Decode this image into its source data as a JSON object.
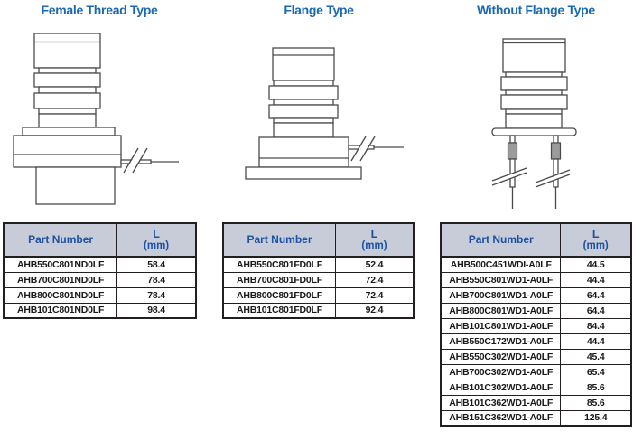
{
  "colors": {
    "title_blue": "#1a69b2",
    "table_header_text": "#1d52a2",
    "table_header_bg": "#c7ccd8",
    "table_border": "#231f20",
    "drawing_line": "#4a4a4a",
    "sleeve_gray": "#9b9b9b"
  },
  "sections": [
    {
      "title": "Female Thread Type",
      "table": {
        "col_part": "Part Number",
        "col_length_line1": "L",
        "col_length_line2": "(mm)",
        "rows": [
          [
            "AHB550C801ND0LF",
            "58.4"
          ],
          [
            "AHB700C801ND0LF",
            "78.4"
          ],
          [
            "AHB800C801ND0LF",
            "78.4"
          ],
          [
            "AHB101C801ND0LF",
            "98.4"
          ]
        ]
      }
    },
    {
      "title": "Flange Type",
      "table": {
        "col_part": "Part Number",
        "col_length_line1": "L",
        "col_length_line2": "(mm)",
        "rows": [
          [
            "AHB550C801FD0LF",
            "52.4"
          ],
          [
            "AHB700C801FD0LF",
            "72.4"
          ],
          [
            "AHB800C801FD0LF",
            "72.4"
          ],
          [
            "AHB101C801FD0LF",
            "92.4"
          ]
        ]
      }
    },
    {
      "title": "Without Flange Type",
      "table": {
        "col_part": "Part Number",
        "col_length_line1": "L",
        "col_length_line2": "(mm)",
        "rows": [
          [
            "AHB500C451WDI-A0LF",
            "44.5"
          ],
          [
            "AHB550C801WD1-A0LF",
            "44.4"
          ],
          [
            "AHB700C801WD1-A0LF",
            "64.4"
          ],
          [
            "AHB800C801WD1-A0LF",
            "64.4"
          ],
          [
            "AHB101C801WD1-A0LF",
            "84.4"
          ],
          [
            "AHB550C172WD1-A0LF",
            "44.4"
          ],
          [
            "AHB550C302WD1-A0LF",
            "45.4"
          ],
          [
            "AHB700C302WD1-A0LF",
            "65.4"
          ],
          [
            "AHB101C302WD1-A0LF",
            "85.6"
          ],
          [
            "AHB101C362WD1-A0LF",
            "85.6"
          ],
          [
            "AHB151C362WD1-A0LF",
            "125.4"
          ]
        ]
      }
    }
  ]
}
